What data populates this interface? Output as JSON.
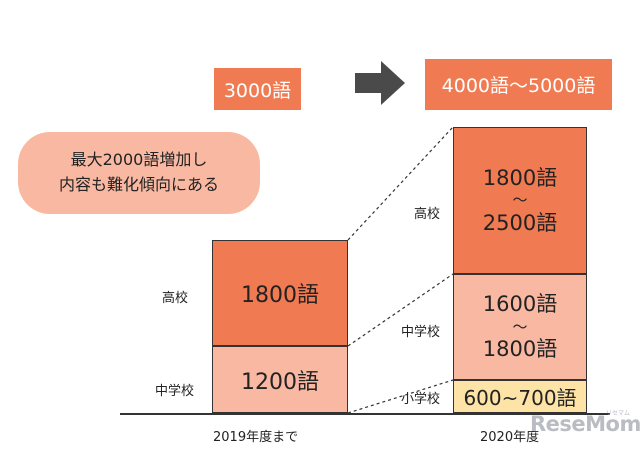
{
  "header": {
    "before": "3000語",
    "after": "4000語〜5000語"
  },
  "note": {
    "line1": "最大2000語増加し",
    "line2": "内容も難化傾向にある"
  },
  "left_column": {
    "label": "2019年度まで",
    "high_school": {
      "level": "高校",
      "value": "1800語"
    },
    "junior_high": {
      "level": "中学校",
      "value": "1200語"
    }
  },
  "right_column": {
    "label": "2020年度",
    "high_school": {
      "level": "高校",
      "from": "1800語",
      "sep": "〜",
      "to": "2500語"
    },
    "junior_high": {
      "level": "中学校",
      "from": "1600語",
      "sep": "〜",
      "to": "1800語"
    },
    "elementary": {
      "level": "小学校",
      "value": "600~700語"
    }
  },
  "logo": {
    "text": "ReseMom",
    "sub": "リセマム"
  },
  "colors": {
    "accent": "#f07a51",
    "light": "#f9b8a2",
    "pale": "#fde3a5",
    "arrow": "#4a4a4a"
  }
}
